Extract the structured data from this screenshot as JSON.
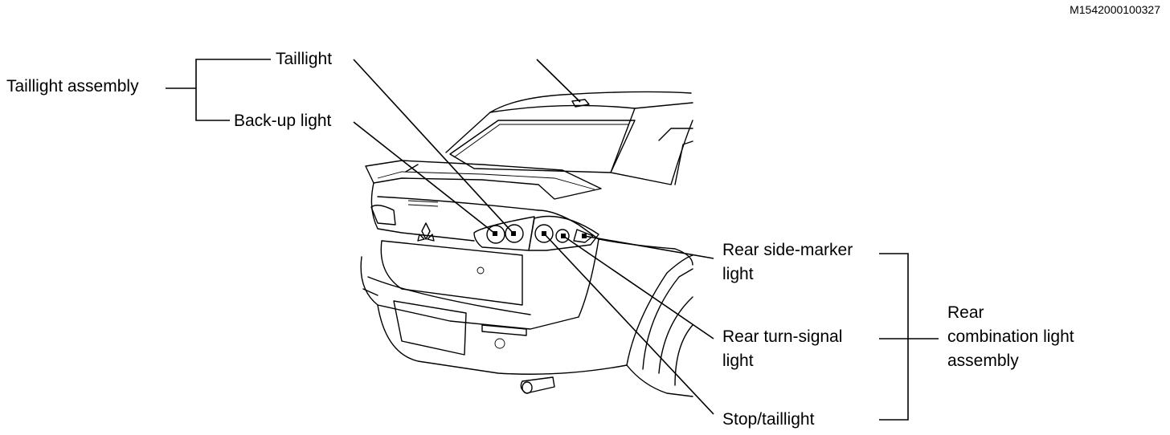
{
  "figure_code": "M1542000100327",
  "labels": {
    "taillight_assembly": "Taillight assembly",
    "taillight": "Taillight",
    "backup_light": "Back-up light",
    "rear_side_marker_line1": "Rear side-marker",
    "rear_side_marker_line2": "light",
    "rear_turn_signal_line1": "Rear turn-signal",
    "rear_turn_signal_line2": "light",
    "stop_taillight": "Stop/taillight",
    "rear_combination_line1": "Rear",
    "rear_combination_line2": "combination light",
    "rear_combination_line3": "assembly"
  }
}
